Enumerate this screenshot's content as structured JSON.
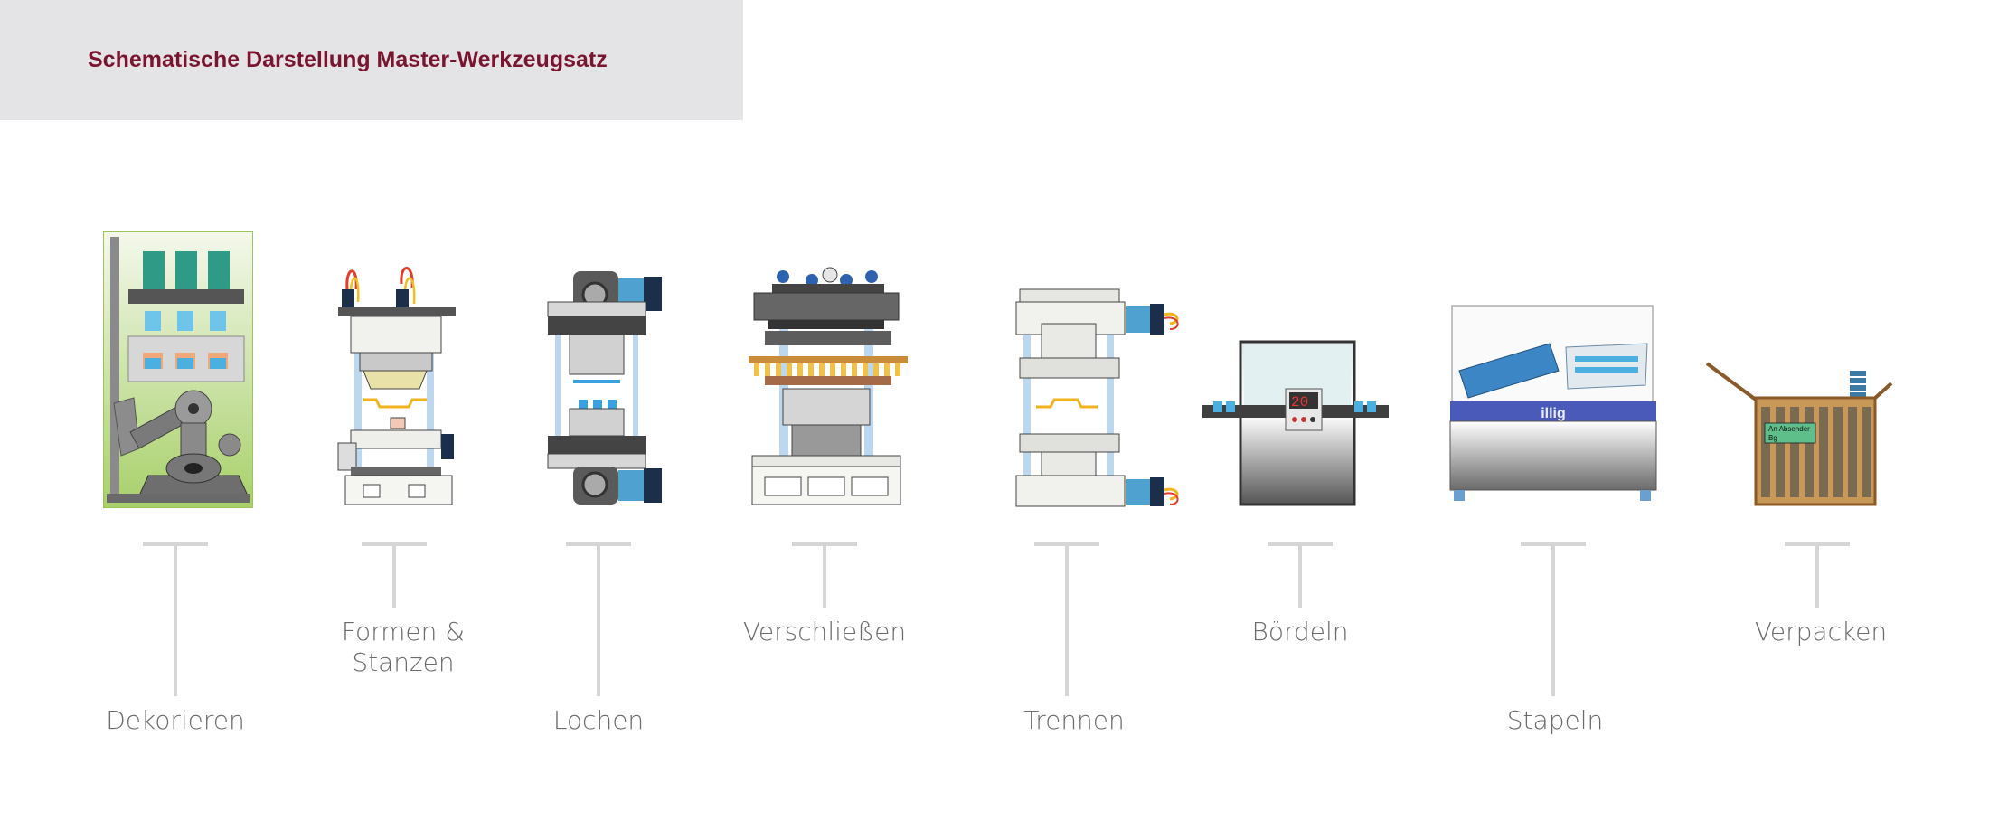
{
  "header": {
    "title": "Schematische Darstellung Master-Werkzeugsatz"
  },
  "steps": [
    {
      "id": "dekorieren",
      "label": "Dekorieren"
    },
    {
      "id": "formen",
      "label": "Formen &\nStanzen"
    },
    {
      "id": "lochen",
      "label": "Lochen"
    },
    {
      "id": "verschliessen",
      "label": "Verschließen"
    },
    {
      "id": "trennen",
      "label": "Trennen"
    },
    {
      "id": "boerdeln",
      "label": "Bördeln"
    },
    {
      "id": "stapeln",
      "label": "Stapeln"
    },
    {
      "id": "verpacken",
      "label": "Verpacken"
    }
  ],
  "machine_text": {
    "boerdeln_counter": "20",
    "stapeln_brand": "illig",
    "verpacken_box_label": "An Absender",
    "verpacken_box_label2": "Bg"
  },
  "colors": {
    "title": "#7a1530",
    "label": "#6b6b6b",
    "connector": "#d6d6d6",
    "header_bg": "#e4e4e6"
  }
}
